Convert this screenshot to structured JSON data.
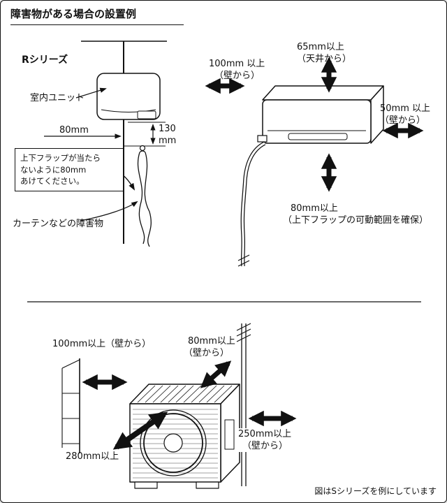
{
  "page": {
    "title": "障害物がある場合の設置例",
    "footnote": "図はSシリーズを例にしています"
  },
  "colors": {
    "line": "#111111",
    "background": "#ffffff"
  },
  "indoor_left": {
    "series": "Rシリーズ",
    "unit_label": "室内ユニット",
    "dim_80": "80mm",
    "dim_130_line1": "130",
    "dim_130_line2": "mm",
    "note_line1": "上下フラップが当たら",
    "note_line2": "ないように80mm",
    "note_line3": "あけてください。",
    "obstacle_label": "カーテンなどの障害物"
  },
  "indoor_right": {
    "wall_left_line1": "100mm 以上",
    "wall_left_line2": "（壁から）",
    "ceiling_line1": "65mm以上",
    "ceiling_line2": "（天井から）",
    "wall_right_line1": "50mm 以上",
    "wall_right_line2": "（壁から）",
    "flap_line1": "80mm以上",
    "flap_line2": "（上下フラップの可動範囲を確保）"
  },
  "outdoor": {
    "wall_left": "100mm以上（壁から）",
    "back_line1": "80mm以上",
    "back_line2": "（壁から）",
    "right_line1": "250mm以上",
    "right_line2": "（壁から）",
    "front": "280mm以上"
  }
}
